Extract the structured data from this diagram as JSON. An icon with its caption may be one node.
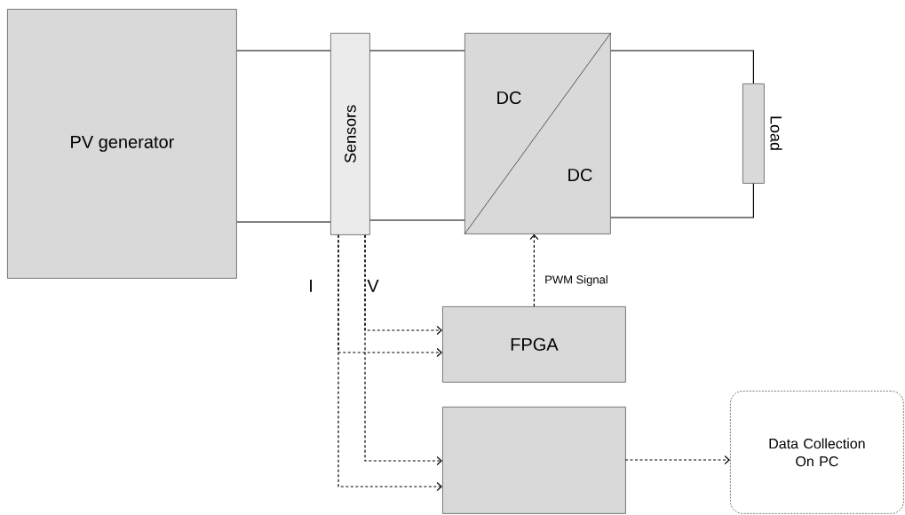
{
  "diagram": {
    "nodes": [
      {
        "text": [
          "PV generator"
        ]
      },
      {
        "text": [
          "Sensors"
        ]
      },
      {
        "text": [
          "DC",
          "DC"
        ]
      },
      {
        "text": [
          "Load"
        ]
      },
      {
        "text": [
          "FPGA"
        ]
      },
      {
        "text": [],
        "shape": "box"
      },
      {
        "text": [
          "Data Collection On PC"
        ]
      }
    ],
    "edges": [
      {
        "from": 0,
        "to": 1,
        "arrow": "none"
      },
      {
        "from": 0,
        "to": 1,
        "arrow": "none"
      },
      {
        "from": 1,
        "to": 2,
        "arrow": "none"
      },
      {
        "from": 1,
        "to": 2,
        "arrow": "none"
      },
      {
        "from": 2,
        "to": 3,
        "arrow": "none"
      },
      {
        "from": 2,
        "to": 3,
        "arrow": "none"
      },
      {
        "from": 1,
        "to": 4,
        "arrow": "to",
        "style": "dashed"
      },
      {
        "from": 1,
        "to": 4,
        "arrow": "to",
        "style": "dashed"
      },
      {
        "from": 1,
        "to": 5,
        "arrow": "to",
        "style": "dashed"
      },
      {
        "from": 1,
        "to": 5,
        "arrow": "to",
        "style": "dashed"
      },
      {
        "from": 4,
        "to": 2,
        "arrow": "to",
        "style": "dashed",
        "label": "PWM Signal"
      },
      {
        "from": 5,
        "to": 6,
        "arrow": "to",
        "style": "dashed"
      }
    ],
    "labels": [
      "I",
      "V"
    ]
  }
}
